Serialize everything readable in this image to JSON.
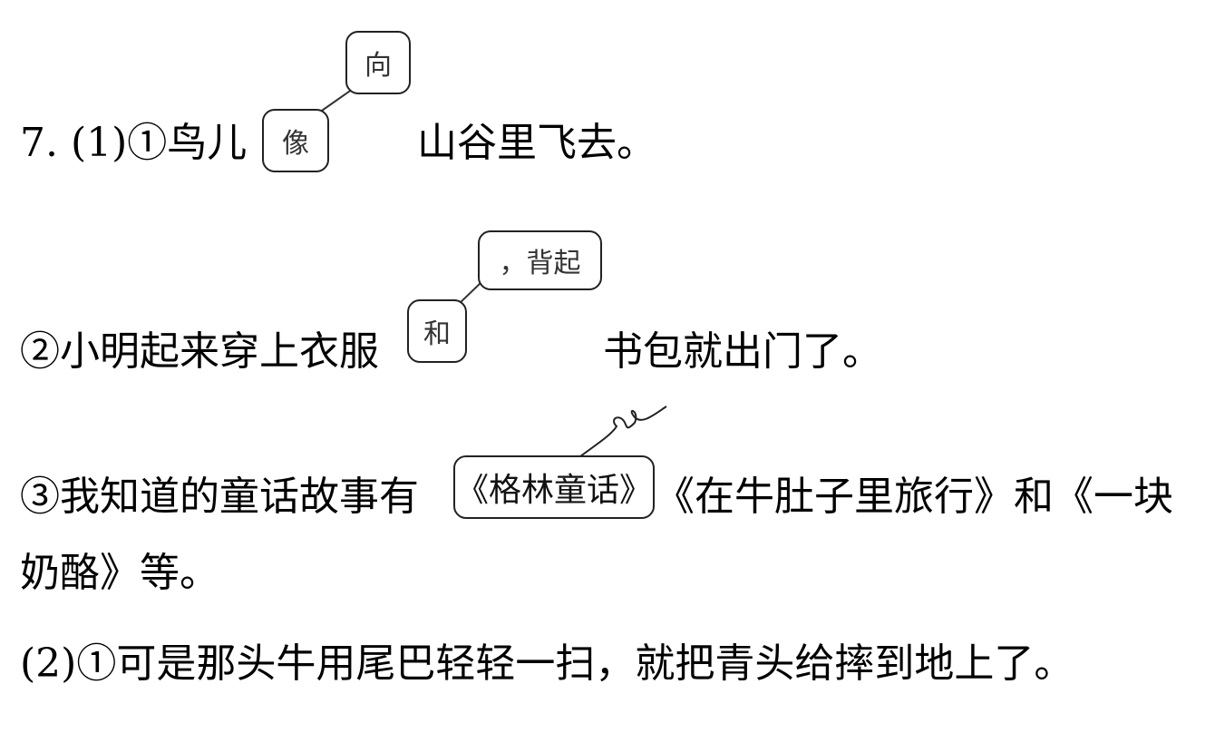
{
  "q1": {
    "line1_prefix": "7.  (1)①鸟儿",
    "line1_suffix": "山谷里飞去。",
    "line1_deleted": "像",
    "line1_inserted": "向",
    "line2_prefix": "②小明起来穿上衣服",
    "line2_suffix": "书包就出门了。",
    "line2_deleted": "和",
    "line2_inserted": "，背起",
    "line3_prefix": "③我知道的童话故事有",
    "line3_marked": "《格林童话》",
    "line3_suffix": "《在牛肚子里旅行》和《一块",
    "line4": "奶酪》等。"
  },
  "q2": {
    "line1": "(2)①可是那头牛用尾巴轻轻一扫，就把青头给摔到地上了。"
  }
}
